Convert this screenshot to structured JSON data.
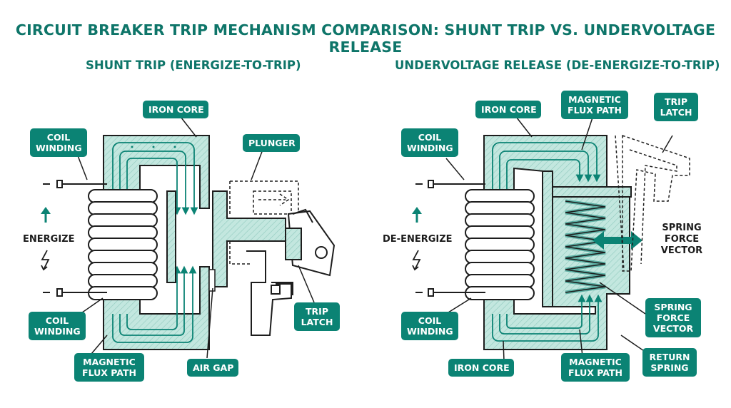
{
  "title": "CIRCUIT BREAKER TRIP MECHANISM COMPARISON: SHUNT TRIP VS. UNDERVOLTAGE RELEASE",
  "colors": {
    "accent": "#0b8374",
    "core_fill": "#bfe6de",
    "coil": "#ffffff",
    "line": "#1d1d1d"
  },
  "left": {
    "subtitle": "SHUNT TRIP (ENERGIZE-TO-TRIP)",
    "labels": {
      "iron_core": "IRON CORE",
      "coil_top": "COIL\nWINDING",
      "plunger": "PLUNGER",
      "energize": "ENERGIZE",
      "coil_bottom": "COIL\nWINDING",
      "trip_latch": "TRIP\nLATCH",
      "flux": "MAGNETIC\nFLUX PATH",
      "air_gap": "AIR GAP"
    }
  },
  "right": {
    "subtitle": "UNDERVOLTAGE RELEASE (DE-ENERGIZE-TO-TRIP)",
    "labels": {
      "iron_core_top": "IRON CORE",
      "flux_top": "MAGNETIC\nFLUX PATH",
      "trip_latch": "TRIP\nLATCH",
      "coil_top": "COIL\nWINDING",
      "de_energize": "DE-ENERGIZE",
      "spring_vector_plain": "SPRING\nFORCE\nVECTOR",
      "spring_vector_tag": "SPRING\nFORCE\nVECTOR",
      "coil_bottom": "COIL\nWINDING",
      "iron_core_bottom": "IRON CORE",
      "flux_bottom": "MAGNETIC\nFLUX PATH",
      "return_spring": "RETURN\nSPRING"
    }
  }
}
